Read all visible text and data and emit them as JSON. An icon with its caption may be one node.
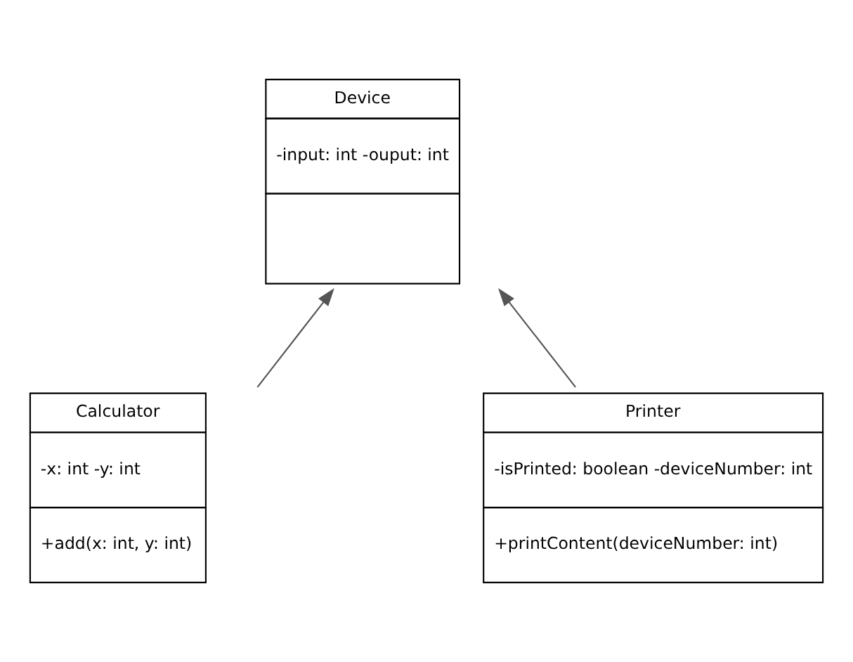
{
  "diagram": {
    "nodes": [
      {
        "text": [
          "Device",
          "-input: int -ouput: int"
        ]
      },
      {
        "text": [
          "Calculator",
          "-x: int -y: int",
          "+add(x: int, y: int)"
        ]
      },
      {
        "text": [
          "Printer",
          "-isPrinted: boolean -deviceNumber: int",
          "+printContent(deviceNumber: int)"
        ]
      }
    ],
    "edges": [
      {
        "from": 1,
        "to": 0,
        "arrow": "to"
      },
      {
        "from": 2,
        "to": 0,
        "arrow": "to"
      }
    ]
  }
}
